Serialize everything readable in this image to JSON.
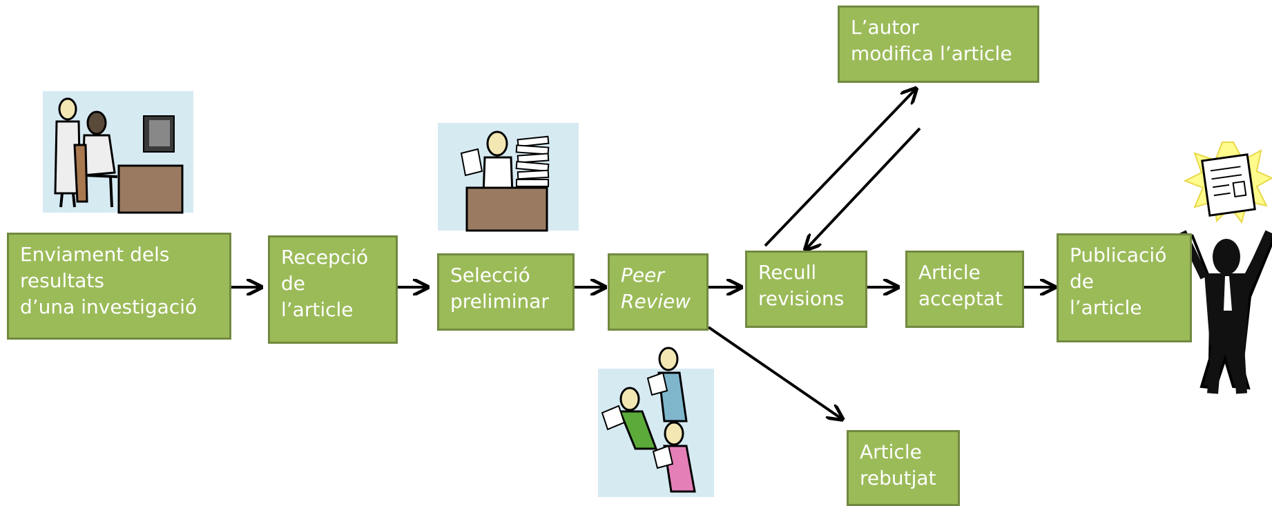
{
  "diagram": {
    "steps": {
      "enviament": "Enviament dels\nresultats\n d’una investigació",
      "recepcio": "Recepció\nde\nl’article",
      "seleccio": "Selecció\npreliminar",
      "peer_review": "Peer\nReview",
      "recull": "Recull\nrevisions",
      "autor": "L’autor\nmodifica l’article",
      "acceptat": "Article\nacceptat",
      "rebutjat": "Article\nrebutjat",
      "publicacio": "Publicació\nde\nl’article"
    },
    "colors": {
      "box_fill": "#9bbb59",
      "box_border": "#71893f",
      "box_text": "#ffffff",
      "arrow": "#000000"
    },
    "illustrations": [
      "researchers-at-computer-icon",
      "clerk-with-papers-icon",
      "peer-reviewers-icon",
      "celebrating-person-with-newspaper-icon"
    ]
  }
}
